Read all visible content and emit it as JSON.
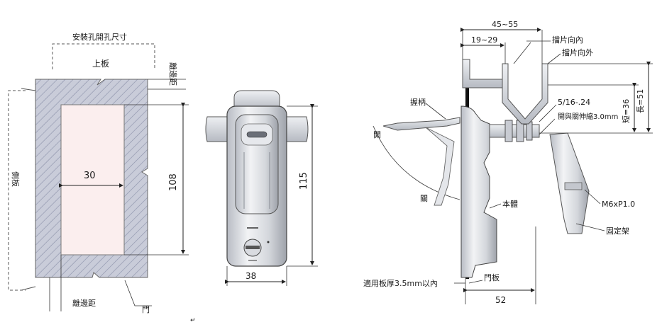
{
  "left_view": {
    "mounting_hole_size": "安裝孔開孔尺寸",
    "top_panel": "上板",
    "edge_distance_right": "離邊距",
    "side_panel": "側板",
    "width": "30",
    "height": "108",
    "edge_distance_bottom": "離邊距",
    "door": "門"
  },
  "front_view": {
    "height": "115",
    "width": "38"
  },
  "side_view": {
    "range_outer": "45~55",
    "range_inner": "19~29",
    "tab_inward": "擋片向內",
    "tab_outward": "擋片向外",
    "thread": "5/16-.24",
    "stroke": "開與關伸縮3.0mm",
    "short": "短=36",
    "long": "長=51",
    "handle": "握柄",
    "open": "開",
    "close": "關",
    "body": "本體",
    "bolt": "M6xP1.0",
    "bracket": "固定架",
    "panel_thickness": "適用板厚3.5mm以內",
    "door_panel": "門板",
    "depth": "52"
  },
  "stray_mark": "↵"
}
